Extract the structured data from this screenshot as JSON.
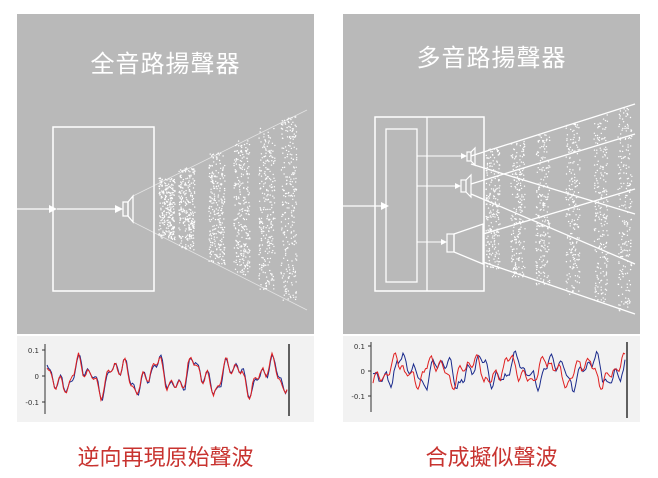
{
  "left": {
    "title": "全音路揚聲器",
    "caption": "逆向再現原始聲波",
    "ticks": [
      "0.1",
      "0",
      "-0.1"
    ]
  },
  "right": {
    "title": "多音路揚聲器",
    "caption": "合成擬似聲波",
    "ticks": [
      "0.1",
      "0",
      "-0.1"
    ]
  },
  "colors": {
    "panel_bg": "#b9b9b9",
    "wave_bg": "#f2f2f2",
    "caption": "#c8332f",
    "wave_red": "#e02020",
    "wave_blue": "#1a2a8c"
  }
}
